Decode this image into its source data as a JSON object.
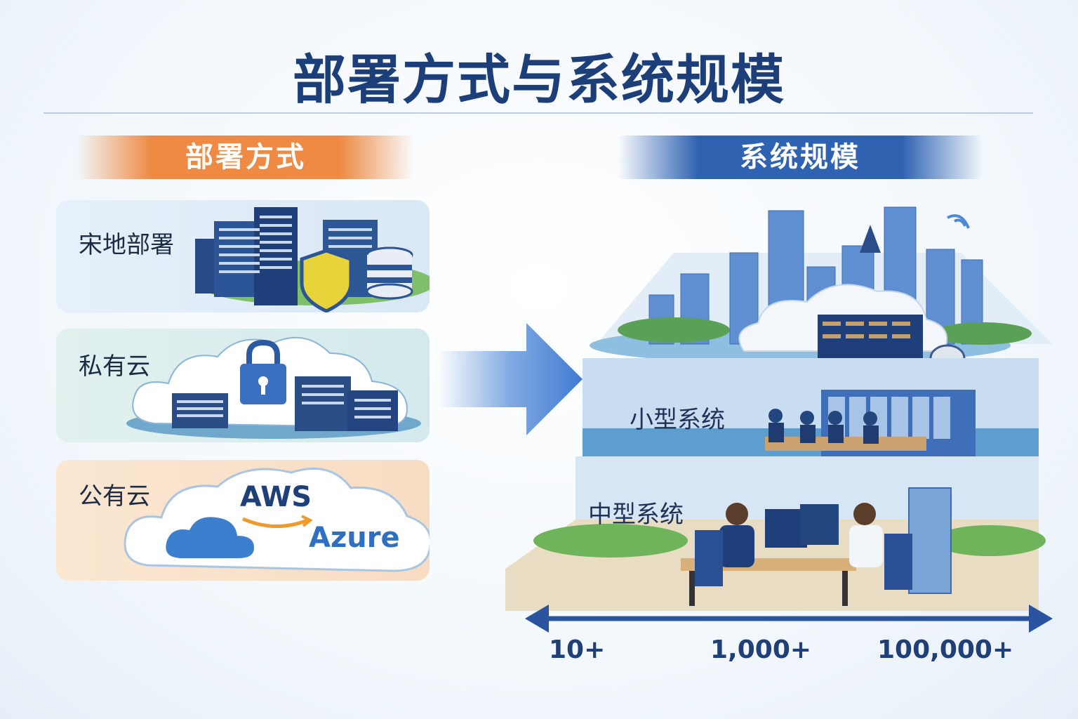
{
  "title": "部署方式与系统规模",
  "banners": {
    "deployment": "部署方式",
    "scale": "系统规模"
  },
  "deployment_options": [
    {
      "label": "宋地部署",
      "icon": "server-shield-icon"
    },
    {
      "label": "私有云",
      "icon": "cloud-lock-icon"
    },
    {
      "label": "公有云",
      "icon": "public-cloud-icon"
    }
  ],
  "cloud_providers": {
    "aws": "AWS",
    "azure": "Azure"
  },
  "scale_levels": [
    {
      "label": "小型系统"
    },
    {
      "label": "中型系统"
    }
  ],
  "axis_ticks": [
    "10+",
    "1,000+",
    "100,000+"
  ],
  "colors": {
    "title": "#1d3f79",
    "deployment_accent": "#ee8a44",
    "scale_accent": "#2f63b2",
    "aws_orange": "#f09a2a"
  }
}
